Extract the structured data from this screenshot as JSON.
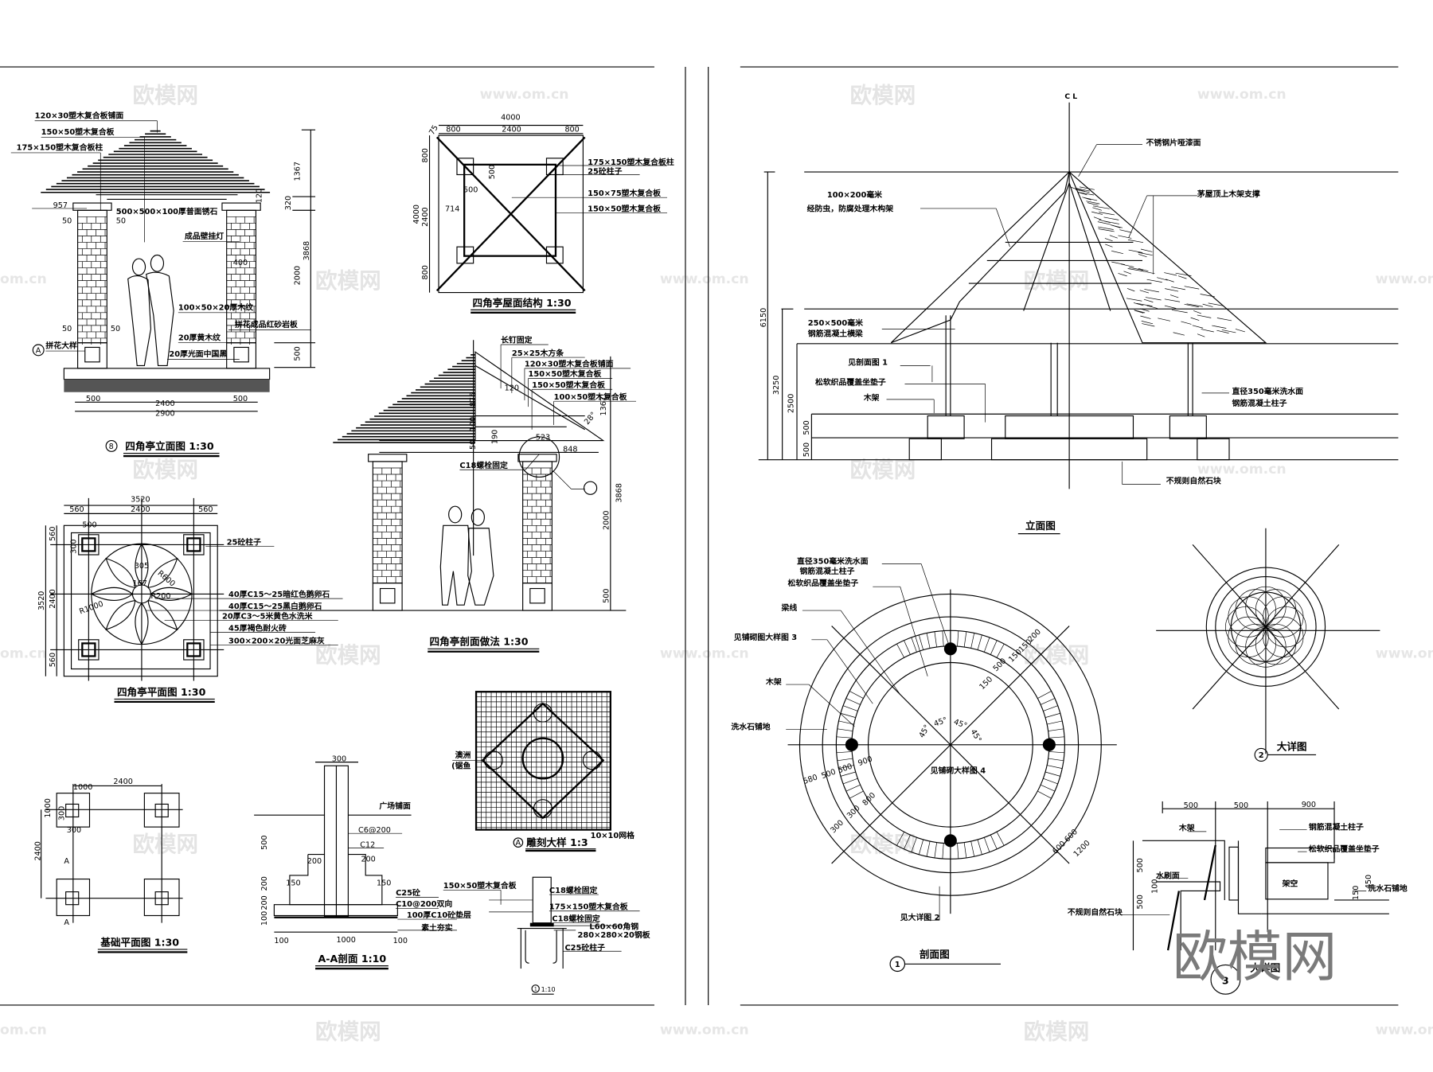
{
  "watermarks": {
    "logo": "欧模网",
    "url": "www.om.cn",
    "url_short": "om.cn"
  },
  "elevation": {
    "title": "四角亭立面图 1:30",
    "index": "8",
    "labels": [
      "120×30塑木复合板铺面",
      "150×50塑木复合板",
      "175×150塑木复合板柱",
      "500×500×100厚普面锈石",
      "成品壁挂灯",
      "100×50×20厚木纹",
      "拼花成品红砂岩板",
      "20厚黄木纹",
      "20厚光面中国黑",
      "拼花大样"
    ],
    "dims": [
      "957",
      "1367",
      "320",
      "120",
      "3868",
      "2000",
      "500",
      "50",
      "50",
      "400",
      "50",
      "50",
      "500",
      "2400",
      "500",
      "2900"
    ],
    "marker": "A"
  },
  "roof_plan": {
    "title": "四角亭屋面结构 1:30",
    "labels": [
      "175×150塑木复合板柱",
      "25砼柱子",
      "150×75塑木复合板",
      "150×50塑木复合板"
    ],
    "dims": [
      "4000",
      "800",
      "2400",
      "800",
      "800",
      "2400",
      "800",
      "714",
      "75",
      "500",
      "500"
    ]
  },
  "section": {
    "title": "四角亭剖面做法 1:30",
    "labels": [
      "长钉固定",
      "25×25木方条",
      "120×30塑木复合板铺面",
      "150×50塑木复合板",
      "150×50塑木复合板",
      "100×50塑木复合板",
      "C18螺栓固定"
    ],
    "dims": [
      "875",
      "120",
      "100",
      "190",
      "50",
      "523",
      "848",
      "28°",
      "1367",
      "3868",
      "2000",
      "500"
    ]
  },
  "plan": {
    "title": "四角亭平面图 1:30",
    "labels": [
      "25砼柱子",
      "40厚C15～25暗红色鹅卵石",
      "40厚C15～25黑白鹅卵石",
      "20厚C3～5米黄色水洗米",
      "45厚褐色耐火砖",
      "300×200×20光面芝麻灰"
    ],
    "dims": [
      "3520",
      "560",
      "2400",
      "560",
      "560",
      "3520",
      "2400",
      "560",
      "500",
      "300",
      "305",
      "R600",
      "167",
      "R200",
      "R1000"
    ]
  },
  "foundation": {
    "title": "基础平面图 1:30",
    "dims": [
      "2400",
      "1000",
      "1000",
      "300",
      "300",
      "2400"
    ],
    "marker": "A"
  },
  "aa_section": {
    "title": "A-A剖面 1:10",
    "labels": [
      "广场铺面",
      "C6@200",
      "C12",
      "C25砼",
      "C10@200双向",
      "100厚C10砼垫层",
      "素土夯实"
    ],
    "dims": [
      "300",
      "200",
      "200",
      "150",
      "150",
      "100",
      "1000",
      "100",
      "500",
      "200",
      "200",
      "100"
    ]
  },
  "carving": {
    "title": "雕刻大样 1:3",
    "index": "A",
    "labels": [
      "澳洲",
      "(锯鱼",
      "10×10网格"
    ]
  },
  "bolt_detail": {
    "title": "1:10",
    "index": "1",
    "labels": [
      "150×50塑木复合板",
      "C18螺栓固定",
      "175×150塑木复合板",
      "C18螺栓固定",
      "L60×60角钢",
      "280×280×20钢板",
      "C25砼柱子"
    ]
  },
  "right_elevation": {
    "title": "立面图",
    "centerline": "C L",
    "labels": [
      "不锈钢片哑漆面",
      "100×200毫米",
      "经防虫，防腐处理木构架",
      "茅屋顶上木架支撑",
      "250×500毫米",
      "钢筋混凝土横梁",
      "见剖面图 1",
      "松软织品覆盖坐垫子",
      "木架",
      "直径350毫米洗水面",
      "钢筋混凝土柱子",
      "不规则自然石块"
    ],
    "dims": [
      "6150",
      "3250",
      "2500",
      "500",
      "500"
    ]
  },
  "round_plan": {
    "title": "剖面图",
    "index": "1",
    "labels": [
      "直径350毫米洗水面",
      "钢筋混凝土柱子",
      "松软织品覆盖坐垫子",
      "梁线",
      "见铺砌图大样图 3",
      "木架",
      "洗水石铺地",
      "见铺砌大样图 4",
      "见大详图 2"
    ],
    "dims": [
      "580",
      "500",
      "500",
      "900",
      "300",
      "300",
      "800",
      "45°",
      "45°",
      "45°",
      "45°",
      "150",
      "150",
      "200",
      "500",
      "150",
      "600",
      "600",
      "1200"
    ]
  },
  "detail2": {
    "title": "大详图",
    "index": "2"
  },
  "detail3": {
    "title": "大详图",
    "index": "3",
    "labels": [
      "木架",
      "钢筋混凝土柱子",
      "松软织品覆盖坐垫子",
      "水刷面",
      "洗水石铺地",
      "不规则自然石块",
      "架空"
    ],
    "dims": [
      "500",
      "500",
      "900",
      "500",
      "500",
      "100",
      "450",
      "150"
    ]
  }
}
